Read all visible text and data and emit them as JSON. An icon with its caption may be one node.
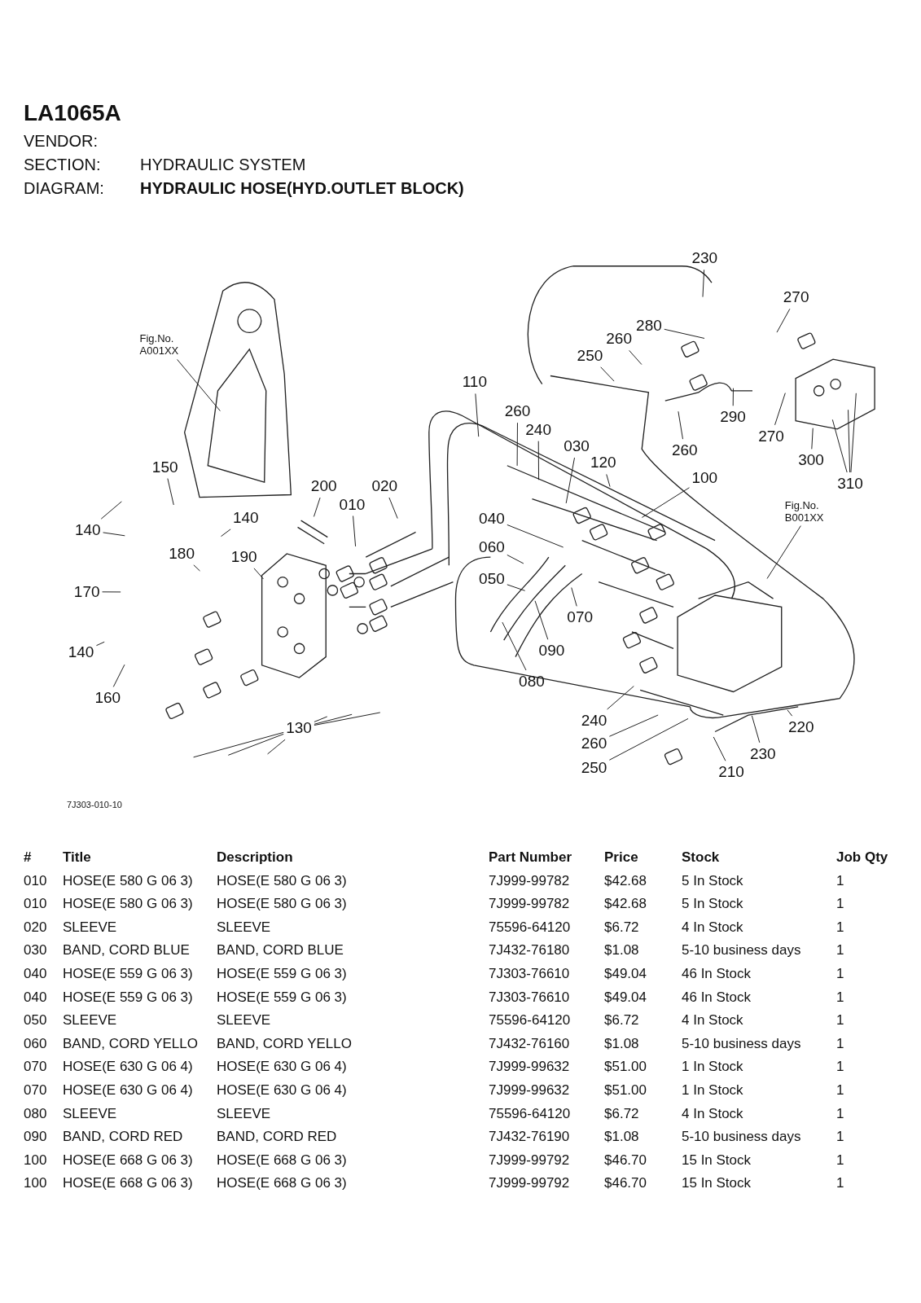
{
  "diagram": {
    "title": "LA1065A",
    "nodes": [
      {
        "text": [
          "Fig.No. A001XX"
        ]
      },
      {
        "text": [
          "230"
        ]
      },
      {
        "text": [
          "270"
        ]
      },
      {
        "text": [
          "280"
        ]
      },
      {
        "text": [
          "260"
        ]
      },
      {
        "text": [
          "250"
        ]
      },
      {
        "text": [
          "110"
        ]
      },
      {
        "text": [
          "260"
        ]
      },
      {
        "text": [
          "240"
        ]
      },
      {
        "text": [
          "030"
        ]
      },
      {
        "text": [
          "120"
        ]
      },
      {
        "text": [
          "290"
        ]
      },
      {
        "text": [
          "270"
        ]
      },
      {
        "text": [
          "260"
        ]
      },
      {
        "text": [
          "100"
        ]
      },
      {
        "text": [
          "300"
        ]
      },
      {
        "text": [
          "310"
        ]
      },
      {
        "text": [
          "Fig.No. B001XX"
        ]
      },
      {
        "text": [
          "150"
        ]
      },
      {
        "text": [
          "200"
        ]
      },
      {
        "text": [
          "020"
        ]
      },
      {
        "text": [
          "010"
        ]
      },
      {
        "text": [
          "140"
        ]
      },
      {
        "text": [
          "140"
        ]
      },
      {
        "text": [
          "180"
        ]
      },
      {
        "text": [
          "190"
        ]
      },
      {
        "text": [
          "170"
        ]
      },
      {
        "text": [
          "140"
        ]
      },
      {
        "text": [
          "160"
        ]
      },
      {
        "text": [
          "130"
        ]
      },
      {
        "text": [
          "040"
        ]
      },
      {
        "text": [
          "060"
        ]
      },
      {
        "text": [
          "050"
        ]
      },
      {
        "text": [
          "070"
        ]
      },
      {
        "text": [
          "090"
        ]
      },
      {
        "text": [
          "080"
        ]
      },
      {
        "text": [
          "240"
        ]
      },
      {
        "text": [
          "260"
        ]
      },
      {
        "text": [
          "250"
        ]
      },
      {
        "text": [
          "210"
        ]
      },
      {
        "text": [
          "230"
        ]
      },
      {
        "text": [
          "220"
        ]
      }
    ],
    "edges": [
      {
        "from": 0,
        "to": null,
        "arrow": "none"
      },
      {
        "from": 1,
        "to": null,
        "arrow": "none"
      },
      {
        "from": 2,
        "to": null,
        "arrow": "none"
      },
      {
        "from": 3,
        "to": null,
        "arrow": "none"
      },
      {
        "from": 4,
        "to": null,
        "arrow": "none"
      },
      {
        "from": 5,
        "to": null,
        "arrow": "none"
      },
      {
        "from": 6,
        "to": null,
        "arrow": "none"
      },
      {
        "from": 7,
        "to": null,
        "arrow": "none"
      },
      {
        "from": 8,
        "to": null,
        "arrow": "none"
      },
      {
        "from": 9,
        "to": null,
        "arrow": "none"
      },
      {
        "from": 10,
        "to": null,
        "arrow": "none"
      },
      {
        "from": 11,
        "to": null,
        "arrow": "none"
      },
      {
        "from": 12,
        "to": null,
        "arrow": "none"
      },
      {
        "from": 13,
        "to": null,
        "arrow": "none"
      },
      {
        "from": 14,
        "to": null,
        "arrow": "none"
      },
      {
        "from": 15,
        "to": null,
        "arrow": "none"
      },
      {
        "from": 16,
        "to": null,
        "arrow": "none"
      },
      {
        "from": 16,
        "to": null,
        "arrow": "none"
      },
      {
        "from": 16,
        "to": null,
        "arrow": "none"
      },
      {
        "from": 17,
        "to": null,
        "arrow": "none"
      },
      {
        "from": 18,
        "to": null,
        "arrow": "none"
      },
      {
        "from": 19,
        "to": null,
        "arrow": "none"
      },
      {
        "from": 20,
        "to": null,
        "arrow": "none"
      },
      {
        "from": 21,
        "to": null,
        "arrow": "none"
      },
      {
        "from": 22,
        "to": null,
        "arrow": "none"
      },
      {
        "from": 22,
        "to": null,
        "arrow": "none"
      },
      {
        "from": 23,
        "to": null,
        "arrow": "none"
      },
      {
        "from": 24,
        "to": null,
        "arrow": "none"
      },
      {
        "from": 25,
        "to": null,
        "arrow": "none"
      },
      {
        "from": 26,
        "to": null,
        "arrow": "none"
      },
      {
        "from": 27,
        "to": null,
        "arrow": "none"
      },
      {
        "from": 28,
        "to": null,
        "arrow": "none"
      },
      {
        "from": 29,
        "to": null,
        "arrow": "none"
      },
      {
        "from": 29,
        "to": null,
        "arrow": "none"
      },
      {
        "from": 29,
        "to": null,
        "arrow": "none"
      },
      {
        "from": 29,
        "to": null,
        "arrow": "none"
      },
      {
        "from": 29,
        "to": null,
        "arrow": "none"
      },
      {
        "from": 29,
        "to": null,
        "arrow": "none"
      },
      {
        "from": 30,
        "to": null,
        "arrow": "none"
      },
      {
        "from": 31,
        "to": null,
        "arrow": "none"
      },
      {
        "from": 32,
        "to": null,
        "arrow": "none"
      },
      {
        "from": 33,
        "to": null,
        "arrow": "none"
      },
      {
        "from": 34,
        "to": null,
        "arrow": "none"
      },
      {
        "from": 35,
        "to": null,
        "arrow": "none"
      },
      {
        "from": 36,
        "to": null,
        "arrow": "none"
      },
      {
        "from": 37,
        "to": null,
        "arrow": "none"
      },
      {
        "from": 38,
        "to": null,
        "arrow": "none"
      },
      {
        "from": 39,
        "to": null,
        "arrow": "none"
      },
      {
        "from": 40,
        "to": null,
        "arrow": "none"
      },
      {
        "from": 41,
        "to": null,
        "arrow": "none"
      }
    ],
    "labels": [
      "VENDOR:",
      "SECTION:",
      "HYDRAULIC SYSTEM",
      "DIAGRAM:",
      "HYDRAULIC HOSE(HYD.OUTLET BLOCK)",
      "7J303-010-10",
      "#",
      "Title",
      "Description",
      "Part Number",
      "Price",
      "Stock",
      "Job Qty",
      "010",
      "HOSE(E 580 G 06 3)",
      "HOSE(E 580 G 06 3)",
      "7J999-99782",
      "$42.68",
      "5 In Stock",
      "1",
      "010",
      "HOSE(E 580 G 06 3)",
      "HOSE(E 580 G 06 3)",
      "7J999-99782",
      "$42.68",
      "5 In Stock",
      "1",
      "020",
      "SLEEVE",
      "SLEEVE",
      "75596-64120",
      "$6.72",
      "4 In Stock",
      "1",
      "030",
      "BAND, CORD BLUE",
      "BAND, CORD BLUE",
      "7J432-76180",
      "$1.08",
      "5-10 business days",
      "1",
      "040",
      "HOSE(E 559 G 06 3)",
      "HOSE(E 559 G 06 3)",
      "7J303-76610",
      "$49.04",
      "46 In Stock",
      "1",
      "040",
      "HOSE(E 559 G 06 3)",
      "HOSE(E 559 G 06 3)",
      "7J303-76610",
      "$49.04",
      "46 In Stock",
      "1",
      "050",
      "SLEEVE",
      "SLEEVE",
      "75596-64120",
      "$6.72",
      "4 In Stock",
      "1",
      "060",
      "BAND, CORD YELLO",
      "BAND, CORD YELLO",
      "7J432-76160",
      "$1.08",
      "5-10 business days",
      "1",
      "070",
      "HOSE(E 630 G 06 4)",
      "HOSE(E 630 G 06 4)",
      "7J999-99632",
      "$51.00",
      "1 In Stock",
      "1",
      "070",
      "HOSE(E 630 G 06 4)",
      "HOSE(E 630 G 06 4)",
      "7J999-99632",
      "$51.00",
      "1 In Stock",
      "1",
      "080",
      "SLEEVE",
      "SLEEVE",
      "75596-64120",
      "$6.72",
      "4 In Stock",
      "1",
      "090",
      "BAND, CORD RED",
      "BAND, CORD RED",
      "7J432-76190",
      "$1.08",
      "5-10 business days",
      "1",
      "100",
      "HOSE(E 668 G 06 3)",
      "HOSE(E 668 G 06 3)",
      "7J999-99792",
      "$46.70",
      "15 In Stock",
      "1",
      "100",
      "HOSE(E 668 G 06 3)",
      "HOSE(E 668 G 06 3)",
      "7J999-99792",
      "$46.70",
      "15 In Stock",
      "1"
    ]
  }
}
